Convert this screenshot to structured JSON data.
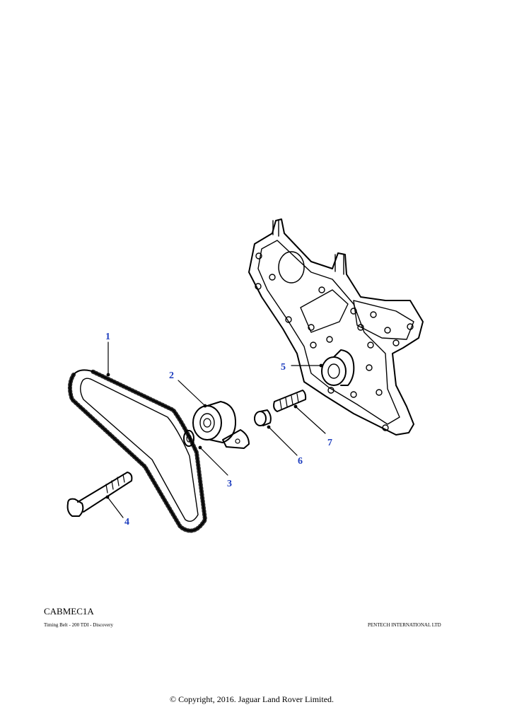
{
  "diagram": {
    "callouts": [
      "1",
      "2",
      "3",
      "4",
      "5",
      "6",
      "7"
    ]
  },
  "footer": {
    "code": "CABMEC1A",
    "subtitle": "Timing Belt - 200 TDI - Discovery",
    "company": "PENTECH INTERNATIONAL LTD",
    "copyright": "© Copyright, 2016. Jaguar Land Rover Limited."
  },
  "colors": {
    "callout": "#1f3fbf",
    "line": "#000000"
  }
}
